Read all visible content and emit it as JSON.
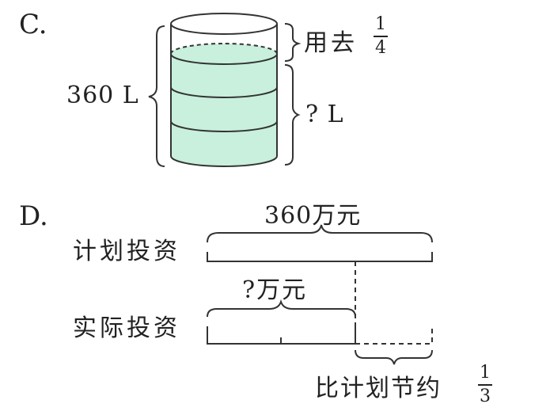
{
  "option_c": {
    "label": "C.",
    "total": "360 L",
    "used_text": "用去",
    "used_fraction": {
      "num": "1",
      "den": "4"
    },
    "unknown": "? L",
    "colors": {
      "water": "#c8f0dc",
      "line": "#333333"
    }
  },
  "option_d": {
    "label": "D.",
    "total": "360万元",
    "planned": "计划投资",
    "actual_unknown": "?万元",
    "actual": "实际投资",
    "saving_text": "比计划节约",
    "saving_fraction": {
      "num": "1",
      "den": "3"
    }
  }
}
